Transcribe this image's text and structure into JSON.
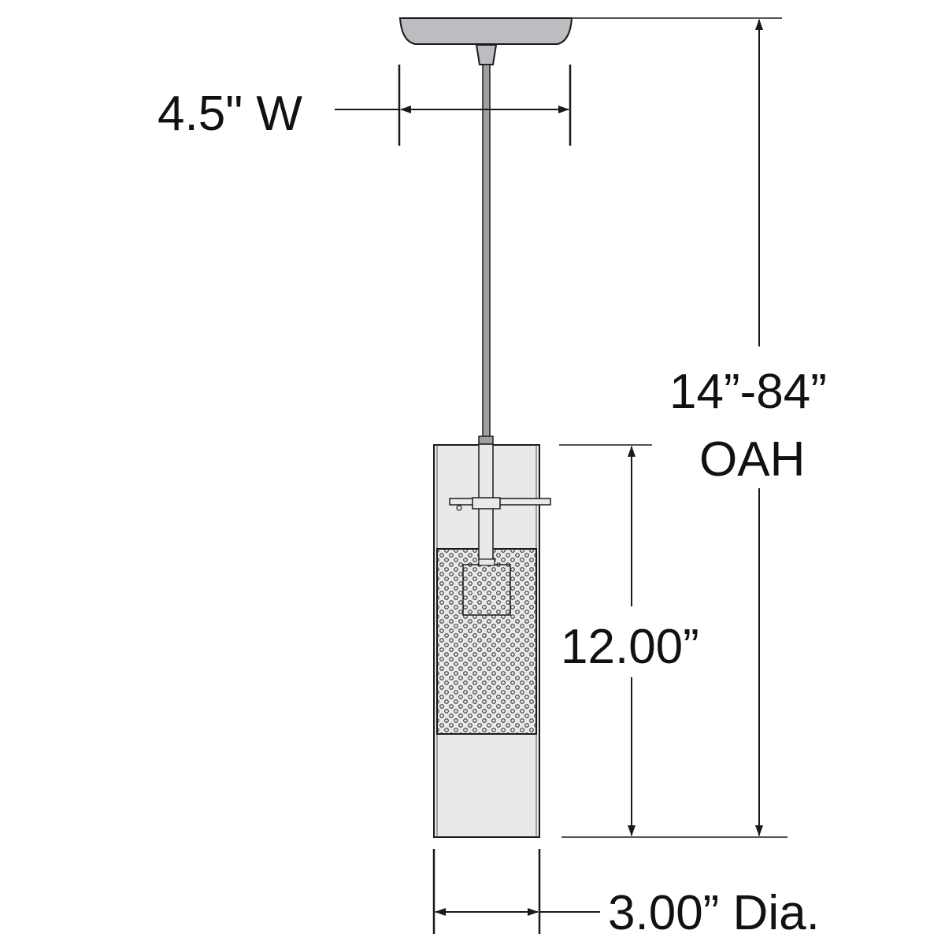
{
  "diagram": {
    "subject": "Cylindrical pendant light dimension drawing",
    "labels": {
      "canopy_width": "4.5\" W",
      "overall_height_line1": "14”-84”",
      "overall_height_line2": "OAH",
      "shade_height": "12.00”",
      "shade_diameter": "3.00” Dia."
    },
    "colors": {
      "line": "#1a1a1a",
      "canopy_fill": "#bcbdc0",
      "glass_fill": "#e8e9eb",
      "rod_fill": "#9fa0a3"
    }
  }
}
